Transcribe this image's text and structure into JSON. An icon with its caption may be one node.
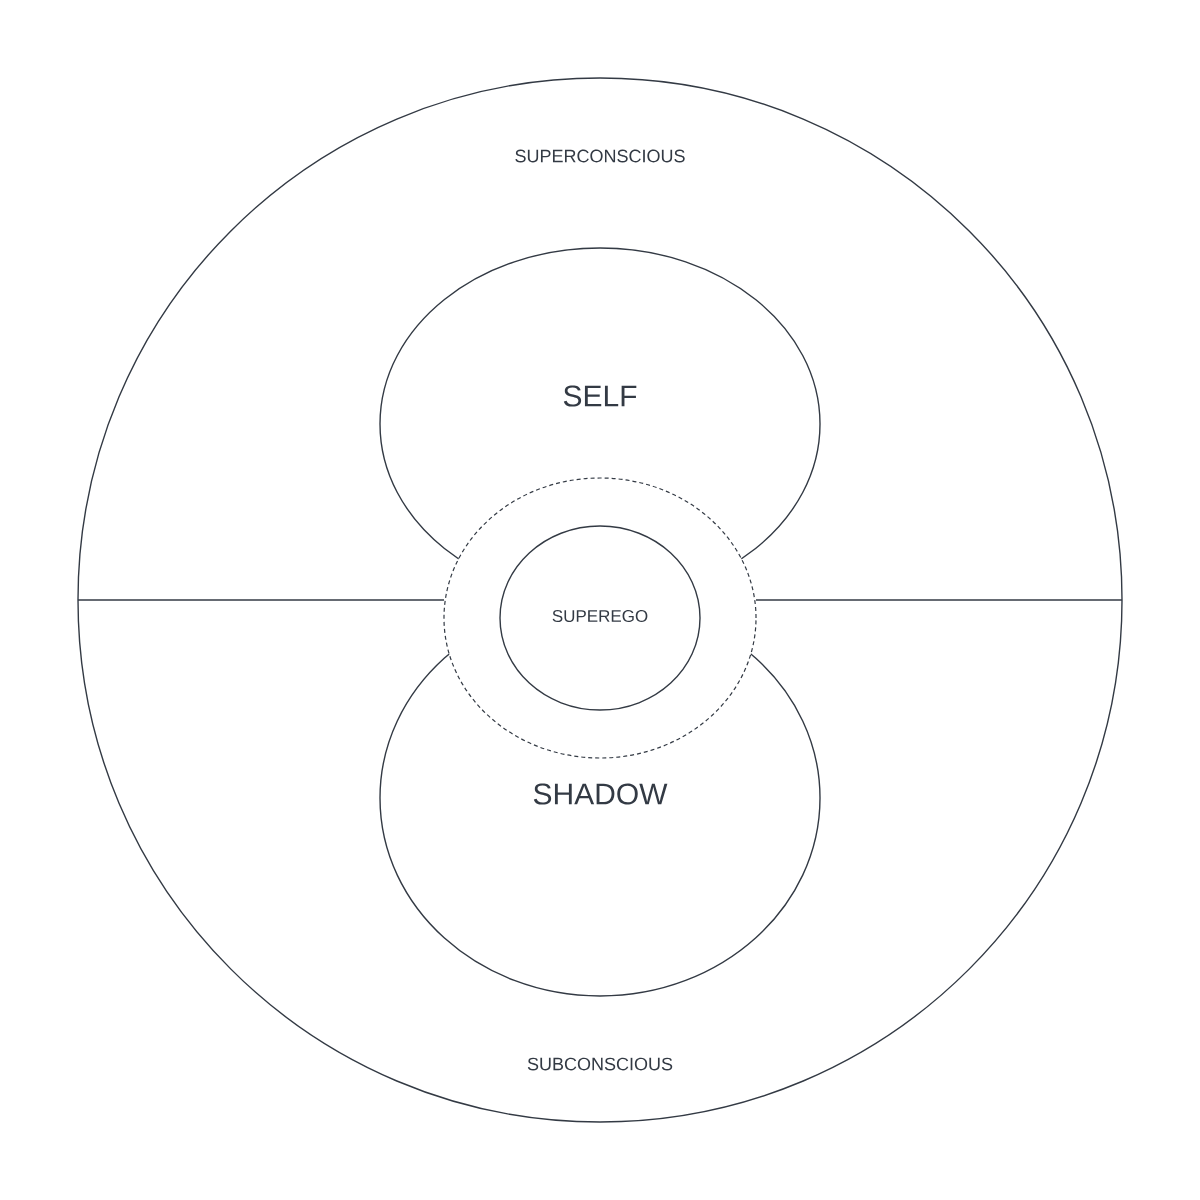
{
  "diagram": {
    "nodes": [
      {
        "text": [
          "SUPERCONSCIOUS",
          "SUBCONSCIOUS"
        ]
      },
      {
        "text": [
          "SELF"
        ],
        "in": 0
      },
      {
        "text": [],
        "shape": "circle",
        "in": 0
      },
      {
        "text": [
          "SUPEREGO"
        ],
        "in": 2
      },
      {
        "text": [
          "SHADOW"
        ],
        "in": 0
      }
    ]
  }
}
